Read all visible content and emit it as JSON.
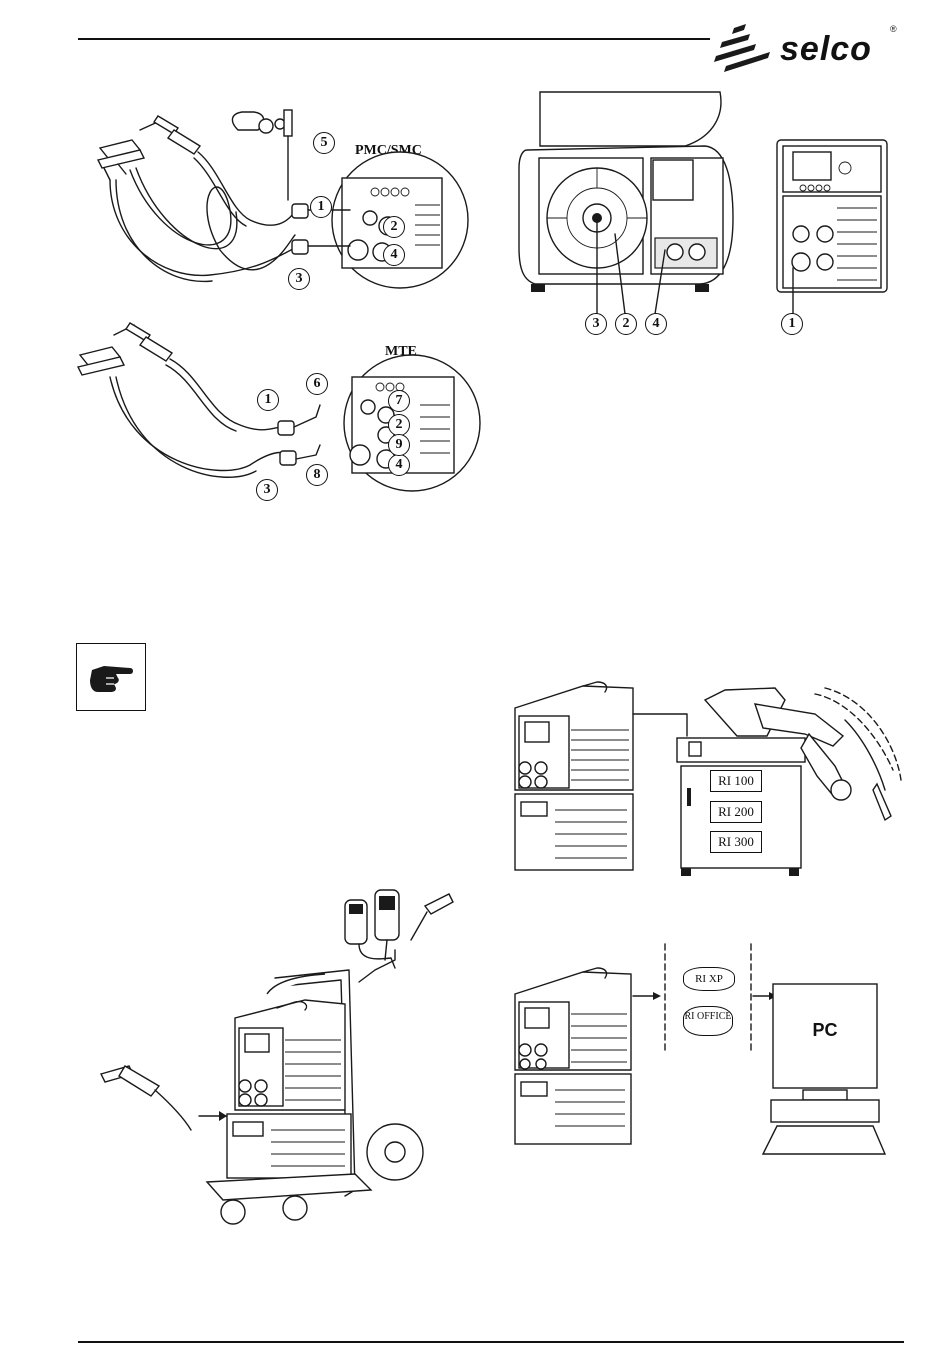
{
  "header": {
    "brand": "selco",
    "registered": "®"
  },
  "figures": {
    "pmc_smc": {
      "title": "PMC/SMC",
      "callouts": [
        "1",
        "2",
        "3",
        "4",
        "5"
      ]
    },
    "mte": {
      "title": "MTE",
      "callouts": [
        "1",
        "2",
        "3",
        "4",
        "6",
        "7",
        "8",
        "9"
      ]
    },
    "feeder": {
      "callouts": [
        "3",
        "2",
        "4",
        "1"
      ]
    },
    "robot_interface": {
      "labels": [
        "RI 100",
        "RI 200",
        "RI 300"
      ]
    },
    "pc_interface": {
      "software": [
        "RI XP",
        "RI OFFICE"
      ],
      "pc_label": "PC"
    }
  },
  "icons": {
    "note": "pointing-hand-icon"
  }
}
